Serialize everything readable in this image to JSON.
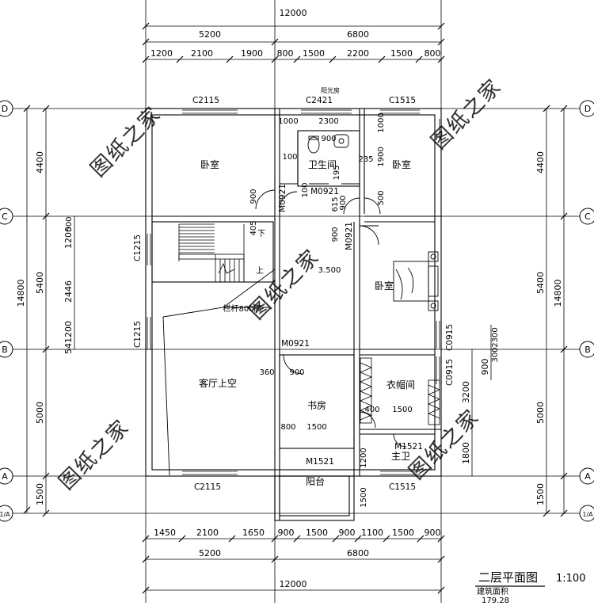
{
  "drawing": {
    "title": "二层平面图",
    "scale": "1:100",
    "area_label": "建筑面积",
    "area_value": "179.28"
  },
  "dims": {
    "top_total": "12000",
    "top_mid": [
      "5200",
      "6800"
    ],
    "top_detail": [
      "1200",
      "2100",
      "1900",
      "800",
      "1500",
      "2200",
      "1500",
      "800"
    ],
    "bottom_detail": [
      "1450",
      "2100",
      "1650",
      "900",
      "1500",
      "900",
      "1100",
      "1500",
      "900"
    ],
    "bottom_mid": [
      "5200",
      "6800"
    ],
    "bottom_total": "12000",
    "left_total": "14800",
    "left_mid": [
      "4400",
      "5400",
      "5000",
      "1500"
    ],
    "left_detail": [
      "1200",
      "500",
      "2446",
      "541200"
    ],
    "right_total": "14800",
    "right_mid": [
      "4400",
      "5400",
      "5000",
      "1500"
    ],
    "right_inner": [
      "3200",
      "1800",
      "900",
      "300",
      "2300"
    ]
  },
  "axes": {
    "labels": [
      "D",
      "C",
      "B",
      "A",
      "1/A"
    ]
  },
  "rooms": {
    "bedroom_nw": "卧室",
    "bath": "卫生间",
    "bedroom_ne": "卧室",
    "bedroom_e": "卧室",
    "living_void": "客厅上空",
    "study": "书房",
    "closet": "衣帽间",
    "master_bath": "主卫",
    "balcony": "阳台",
    "sunroom": "阳光房"
  },
  "codes": {
    "win_c2115_top": "C2115",
    "win_c2421": "C2421",
    "win_c1515_top": "C1515",
    "win_c1215_a": "C1215",
    "win_c1215_b": "C1215",
    "win_c2115_bottom": "C2115",
    "win_c1515_bottom": "C1515",
    "win_c0915_a": "C0915",
    "win_c0915_b": "C0915",
    "door_m0921_a": "M0921",
    "door_m0921_b": "M0921",
    "door_m0921_c": "M0921",
    "door_m0921_d": "M0921",
    "door_m1521_a": "M1521",
    "door_m1521_b": "M1521"
  },
  "notes": {
    "up": "上",
    "down": "下",
    "elevation": "3.500",
    "railing": "栏杆800高",
    "d1000": "1000",
    "d2300": "2300",
    "d900": "900",
    "d100a": "100",
    "d100b": "100",
    "d235": "235",
    "d195": "195",
    "d1000b": "1000",
    "d1900": "1900",
    "d500": "500",
    "d900b": "900",
    "d405": "405",
    "d615": "615",
    "d900c": "900",
    "d900d": "900",
    "d360": "360",
    "d900e": "900",
    "d400": "400",
    "d1500a": "1500",
    "d800": "800",
    "d1500b": "1500",
    "d1200": "1200",
    "d1500c": "1500"
  },
  "watermark": "图纸之家"
}
